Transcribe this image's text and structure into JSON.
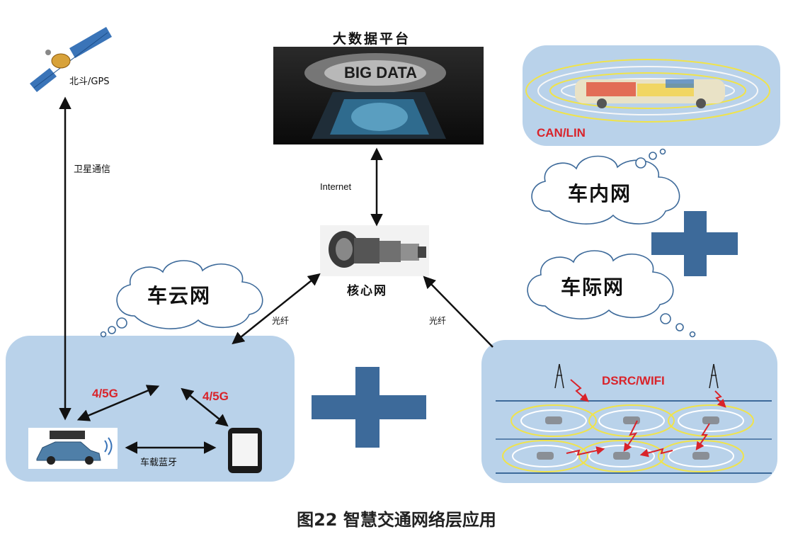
{
  "nodes": {
    "satellite_label": "北斗/GPS",
    "bigdata_title": "大数据平台",
    "bigdata_screen_text": "BIG DATA",
    "core_label": "核心网",
    "incar_bus_label": "CAN/LIN",
    "incar_network": "车内网",
    "v2x_network": "车际网",
    "v2c_network": "车云网",
    "v2x_radio_label": "DSRC/WIFI"
  },
  "links": {
    "satellite_comm": "卫星通信",
    "internet": "Internet",
    "fiber_left": "光纤",
    "fiber_right": "光纤",
    "cell_left": "4/5G",
    "cell_right": "4/5G",
    "bluetooth": "车载蓝牙"
  },
  "caption": "图22 智慧交通网络层应用",
  "colors": {
    "panel_fill": "#b9d2ea",
    "plus_fill": "#3d6a9a",
    "accent_red": "#d9232a"
  }
}
